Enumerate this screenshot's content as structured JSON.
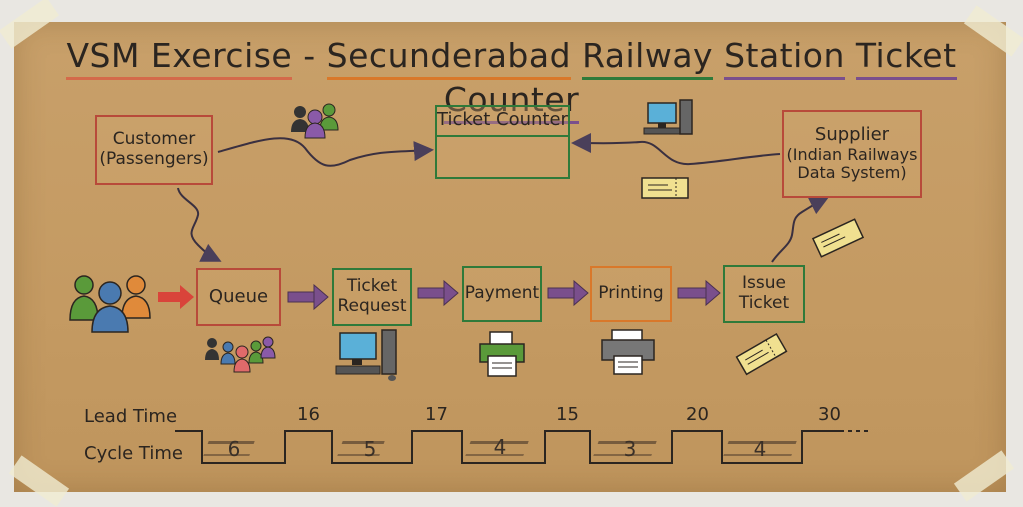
{
  "title": {
    "part1": "VSM Exercise",
    "dash": "-",
    "part2": "Secunderabad",
    "part3": "Railway",
    "part4": "Station",
    "part5": "Ticket",
    "part6": "Counter"
  },
  "top_flow": {
    "customer": {
      "line1": "Customer",
      "line2": "(Passengers)"
    },
    "ticket_counter": {
      "label": "Ticket Counter"
    },
    "supplier": {
      "line1": "Supplier",
      "line2": "(Indian Railways",
      "line3": "Data System)"
    }
  },
  "process_steps": [
    {
      "label": "Queue"
    },
    {
      "line1": "Ticket",
      "line2": "Request"
    },
    {
      "label": "Payment"
    },
    {
      "label": "Printing"
    },
    {
      "line1": "Issue",
      "line2": "Ticket"
    }
  ],
  "timeline": {
    "lead_time_label": "Lead Time",
    "cycle_time_label": "Cycle Time",
    "lead_times": [
      "16",
      "17",
      "15",
      "20",
      "30"
    ],
    "cycle_times": [
      "6",
      "5",
      "4",
      "3",
      "4"
    ]
  },
  "colors": {
    "paper": "#c49a62",
    "red_border": "#b84a3a",
    "green_border": "#2f7a3a",
    "orange_border": "#d9782a",
    "push_arrow": "#7a4f8c",
    "first_arrow": "#d9443a"
  },
  "icons": [
    "people-group-icon",
    "computer-icon",
    "ticket-icon",
    "printer-icon"
  ]
}
